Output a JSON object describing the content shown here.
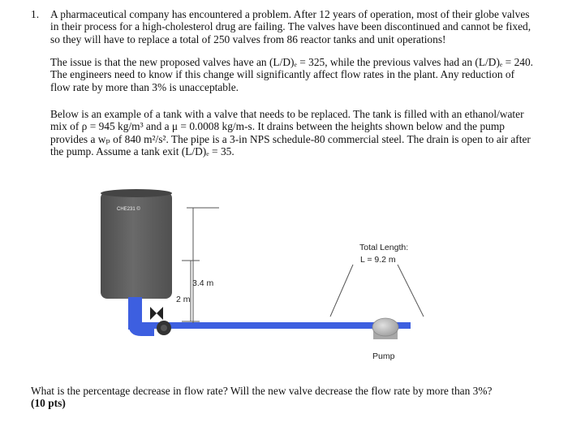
{
  "question_number": "1.",
  "paragraph_1": [
    "A pharmaceutical company has encountered a problem.  After 12 years of operation, most of their globe valves",
    "in their process for a high-cholesterol drug are failing.  The valves have been discontinued and cannot be fixed,",
    "so they will have to replace a total of 250 valves from 86 reactor tanks and unit operations!"
  ],
  "paragraph_2": [
    "The issue is that the new proposed valves have an (L/D)ₑ = 325, while the previous valves had an (L/D)ₑ = 240.",
    "The engineers need to know if this change will significantly affect flow rates in the plant.  Any reduction of",
    "flow rate by more than 3% is unacceptable."
  ],
  "paragraph_3": [
    "Below is an example of a tank with a valve that needs to be replaced.  The tank is filled with an ethanol/water",
    "mix of ρ = 945 kg/m³ and a μ = 0.0008 kg/m-s.  It drains between the heights shown below and the pump",
    "provides a wₚ of 840 m²/s².  The pipe is a 3-in NPS schedule-80 commercial steel.  The drain is open to air after",
    "the pump.  Assume a tank exit (L/D)ₑ = 35."
  ],
  "diagram": {
    "tank_label": "CHE231 ©",
    "height_upper": "3.4 m",
    "height_lower": "2 m",
    "length_title": "Total Length:",
    "length_value": "L = 9.2 m",
    "pump_label": "Pump",
    "colors": {
      "tank": "#5b5b5b",
      "tank_top": "#4a4a4a",
      "pipe": "#3d5fe0",
      "pump": "#bdbdbd",
      "valve": "#333333"
    }
  },
  "question": {
    "text": "What is the percentage decrease in flow rate?  Will the new valve decrease the flow rate by more than 3%?",
    "points": "(10 pts)"
  }
}
